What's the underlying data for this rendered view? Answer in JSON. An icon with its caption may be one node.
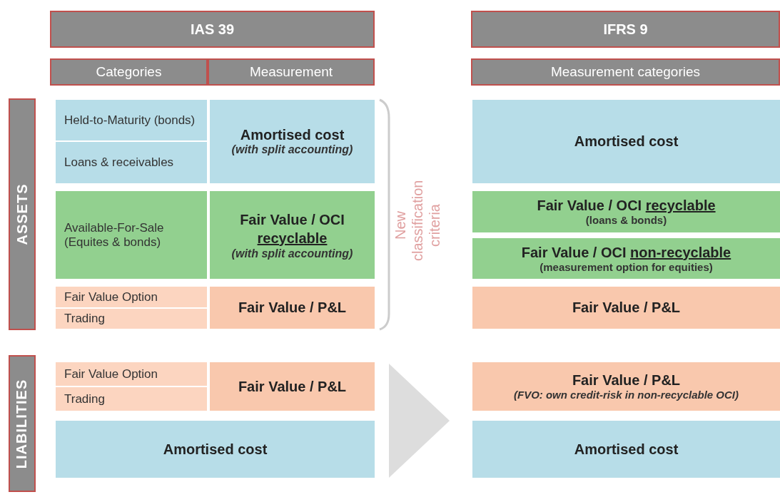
{
  "diagram": {
    "nodes": [
      {
        "text": [
          "IAS 39"
        ]
      },
      {
        "text": [
          "IFRS 9"
        ]
      },
      {
        "text": [
          "Categories"
        ]
      },
      {
        "text": [
          "Measurement"
        ]
      },
      {
        "text": [
          "Measurement categories"
        ]
      },
      {
        "text": [
          "ASSETS"
        ]
      },
      {
        "text": [
          "Held-to-Maturity (bonds)"
        ]
      },
      {
        "text": [
          "Loans & receivables"
        ]
      },
      {
        "text": [
          "Amortised cost",
          "(with split accounting)"
        ]
      },
      {
        "text": [
          "Amortised cost"
        ]
      },
      {
        "text": [
          "Available-For-Sale (Equites & bonds)"
        ]
      },
      {
        "text": [
          "Fair Value / OCI recyclable",
          "(with split accounting)"
        ]
      },
      {
        "text": [
          "Fair Value / OCI recyclable",
          "(loans & bonds)"
        ]
      },
      {
        "text": [
          "Fair Value / OCI non-recyclable",
          "(measurement option for equities)"
        ]
      },
      {
        "text": [
          "Fair Value Option"
        ]
      },
      {
        "text": [
          "Trading"
        ]
      },
      {
        "text": [
          "Fair Value / P&L"
        ]
      },
      {
        "text": [
          "Fair Value / P&L"
        ]
      },
      {
        "text": [
          "LIABILITIES"
        ]
      },
      {
        "text": [
          "Fair Value Option"
        ]
      },
      {
        "text": [
          "Trading"
        ]
      },
      {
        "text": [
          "Fair Value / P&L"
        ]
      },
      {
        "text": [
          "Fair Value / P&L",
          "(FVO: own credit-risk in non-recyclable OCI)"
        ]
      },
      {
        "text": [
          "Amortised cost"
        ]
      },
      {
        "text": [
          "Amortised cost"
        ]
      }
    ],
    "edges": [],
    "labels": [
      "New classification criteria"
    ]
  }
}
